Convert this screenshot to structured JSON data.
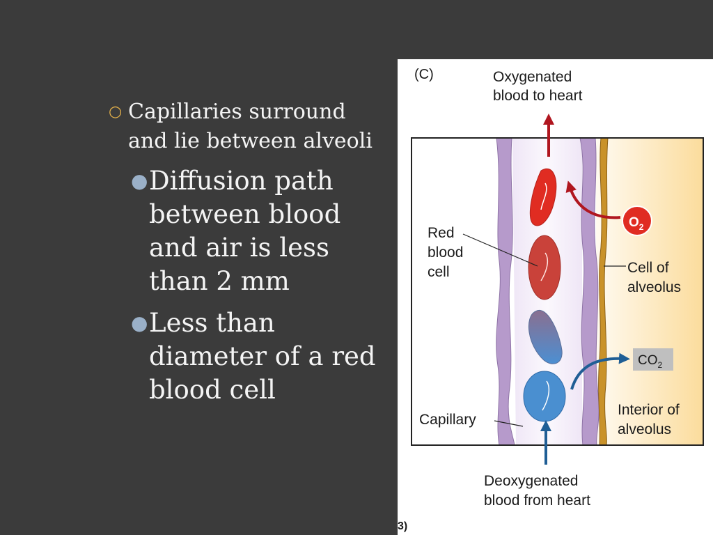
{
  "bullets": {
    "level1": "Capillaries surround and lie between alveoli",
    "level2": [
      "Diffusion path between blood and air is less than 2 mm",
      "Less than diameter of a red blood cell"
    ]
  },
  "figure": {
    "panel_label": "(C)",
    "top_label": [
      "Oxygenated",
      "blood to heart"
    ],
    "bottom_label": [
      "Deoxygenated",
      "blood from heart"
    ],
    "rbc_label": [
      "Red",
      "blood",
      "cell"
    ],
    "capillary_label": "Capillary",
    "alveolus_cell_label": [
      "Cell of",
      "alveolus"
    ],
    "interior_label": [
      "Interior of",
      "alveolus"
    ],
    "o2": {
      "base": "O",
      "sub": "2"
    },
    "co2": {
      "base": "CO",
      "sub": "2"
    },
    "footer": "3)",
    "colors": {
      "oxygenated": "#d62a24",
      "oxygen_arrow": "#b0161f",
      "deoxygenated": "#4a8fd0",
      "co2_arrow": "#1f5e95",
      "vessel_wall": "#b69acb",
      "alveolar_cell": "#c9922a",
      "alveolus_interior": "#fbdc9c"
    }
  }
}
